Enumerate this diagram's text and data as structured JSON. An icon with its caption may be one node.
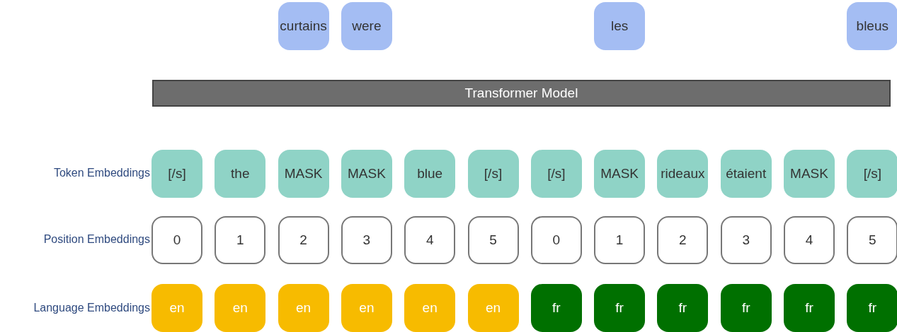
{
  "diagram": {
    "nodes": [
      {
        "text": [
          "curtains"
        ]
      },
      {
        "text": [
          "were"
        ]
      },
      {
        "text": [
          "les"
        ]
      },
      {
        "text": [
          "bleus"
        ]
      },
      {
        "text": [
          "Transformer Model"
        ]
      },
      {
        "text": [
          "[/s]"
        ]
      },
      {
        "text": [
          "the"
        ]
      },
      {
        "text": [
          "MASK"
        ]
      },
      {
        "text": [
          "MASK"
        ]
      },
      {
        "text": [
          "blue"
        ]
      },
      {
        "text": [
          "[/s]"
        ]
      },
      {
        "text": [
          "[/s]"
        ]
      },
      {
        "text": [
          "MASK"
        ]
      },
      {
        "text": [
          "rideaux"
        ]
      },
      {
        "text": [
          "étaient"
        ]
      },
      {
        "text": [
          "MASK"
        ]
      },
      {
        "text": [
          "[/s]"
        ]
      },
      {
        "text": [
          "0"
        ]
      },
      {
        "text": [
          "1"
        ]
      },
      {
        "text": [
          "2"
        ]
      },
      {
        "text": [
          "3"
        ]
      },
      {
        "text": [
          "4"
        ]
      },
      {
        "text": [
          "5"
        ]
      },
      {
        "text": [
          "0"
        ]
      },
      {
        "text": [
          "1"
        ]
      },
      {
        "text": [
          "2"
        ]
      },
      {
        "text": [
          "3"
        ]
      },
      {
        "text": [
          "4"
        ]
      },
      {
        "text": [
          "5"
        ]
      },
      {
        "text": [
          "en"
        ]
      },
      {
        "text": [
          "en"
        ]
      },
      {
        "text": [
          "en"
        ]
      },
      {
        "text": [
          "en"
        ]
      },
      {
        "text": [
          "en"
        ]
      },
      {
        "text": [
          "en"
        ]
      },
      {
        "text": [
          "fr"
        ]
      },
      {
        "text": [
          "fr"
        ]
      },
      {
        "text": [
          "fr"
        ]
      },
      {
        "text": [
          "fr"
        ]
      },
      {
        "text": [
          "fr"
        ]
      },
      {
        "text": [
          "fr"
        ]
      }
    ],
    "labels": [
      "Token Embeddings",
      "Position Embeddings",
      "Language Embeddings"
    ]
  }
}
